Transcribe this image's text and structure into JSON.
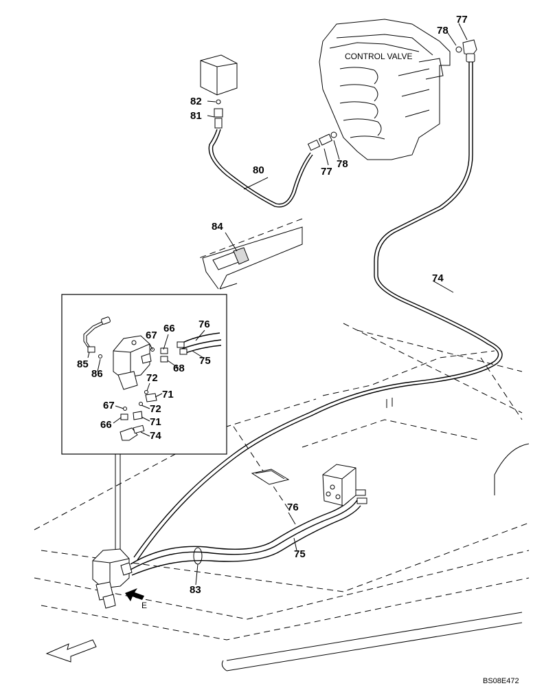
{
  "labels": {
    "control_valve": "CONTROL VALVE",
    "view_e": "E",
    "drawing_code": "BS08E472"
  },
  "callouts": {
    "c66a": "66",
    "c67a": "67",
    "c68": "68",
    "c76a": "76",
    "c75a": "75",
    "c85": "85",
    "c86": "86",
    "c72a": "72",
    "c71a": "71",
    "c67b": "67",
    "c72b": "72",
    "c66b": "66",
    "c71b": "71",
    "c74a": "74",
    "c82": "82",
    "c81": "81",
    "c80": "80",
    "c77a": "77",
    "c78a": "78",
    "c77b": "77",
    "c78b": "78",
    "c84": "84",
    "c74b": "74",
    "c76b": "76",
    "c75b": "75",
    "c83": "83"
  }
}
